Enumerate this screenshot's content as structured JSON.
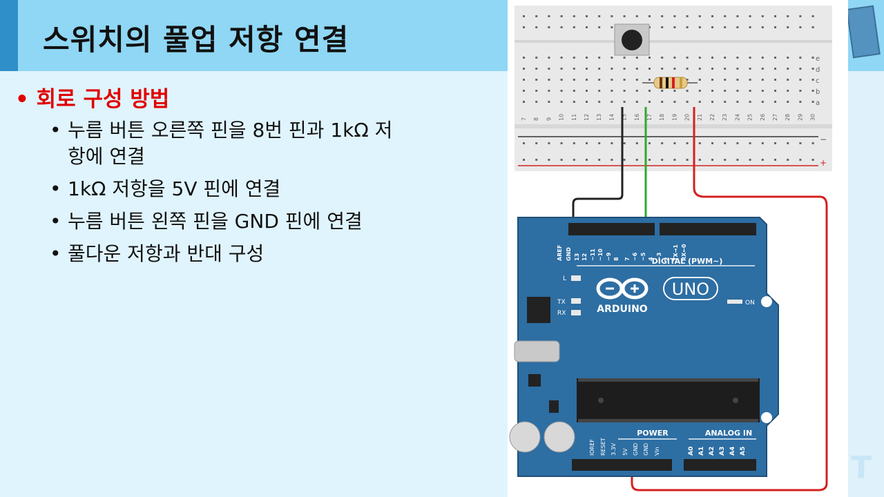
{
  "slide": {
    "title": "스위치의 풀업 저항 연결",
    "heading": "• 회로 구성 방법",
    "bullets": [
      "누름 버튼 오른쪽 핀을 8번 핀과 1kΩ 저항에 연결",
      "1kΩ 저항을 5V 핀에 연결",
      "누름 버튼 왼쪽 핀을 GND 핀에 연결",
      "풀다운 저항과 반대 구성"
    ]
  },
  "figure": {
    "breadboard": {
      "row_labels": [
        "e",
        "d",
        "c",
        "b",
        "a"
      ],
      "column_numbers": [
        "7",
        "8",
        "9",
        "10",
        "11",
        "12",
        "13",
        "14",
        "15",
        "16",
        "17",
        "18",
        "19",
        "20",
        "21",
        "22",
        "23",
        "24",
        "25",
        "26",
        "27",
        "28",
        "29",
        "30"
      ],
      "rail_minus": "−",
      "rail_plus": "+"
    },
    "arduino": {
      "header_pins": [
        "AREF",
        "GND",
        "13",
        "12",
        "~11",
        "~10",
        "~9",
        "8",
        "7",
        "~6",
        "~5",
        "4",
        "~3",
        "2",
        "TX→1",
        "RX←0"
      ],
      "digital_label": "DIGITAL (PWM~)",
      "led_l": "L",
      "led_tx": "TX",
      "led_rx": "RX",
      "brand": "ARDUINO",
      "model": "UNO",
      "on_label": "ON",
      "power_label": "POWER",
      "analog_label": "ANALOG IN",
      "power_pins": [
        "IOREF",
        "RESET",
        "3.3V",
        "5V",
        "GND",
        "GND",
        "Vin"
      ],
      "analog_pins": [
        "A0",
        "A1",
        "A2",
        "A3",
        "A4",
        "A5"
      ]
    },
    "wire_colors": {
      "black": "#222222",
      "green": "#2ea82e",
      "red": "#d42020"
    }
  }
}
